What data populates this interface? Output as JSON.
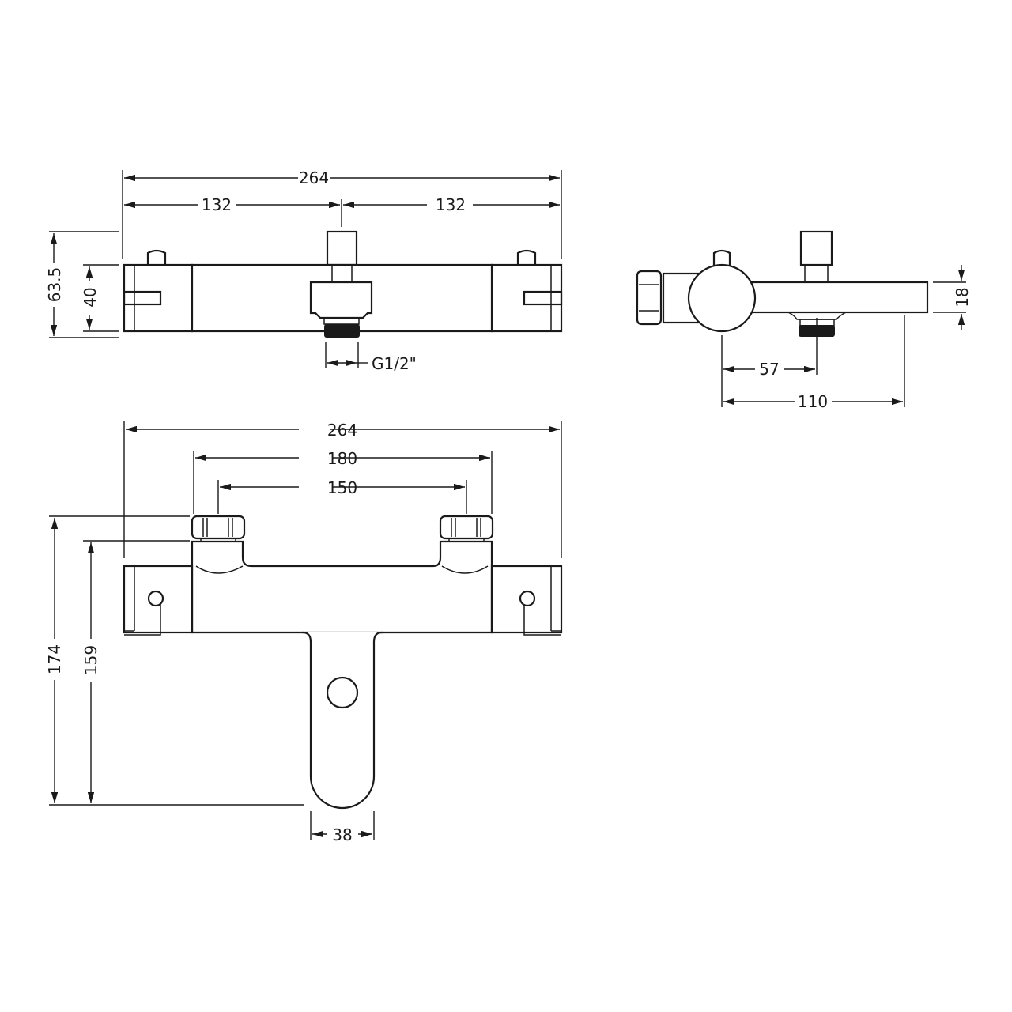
{
  "drawing": {
    "subject": "Thermostatic bath shower mixer valve",
    "line_color": "#1a1a1a",
    "background": "#ffffff",
    "units": "mm"
  },
  "top_view": {
    "dims": {
      "overall_width": "264",
      "left_half": "132",
      "right_half": "132",
      "overall_height": "63.5",
      "body_height": "40",
      "outlet_thread": "G1/2\""
    }
  },
  "side_view": {
    "dims": {
      "spout_thickness": "18",
      "outlet_offset": "57",
      "projection": "110"
    }
  },
  "front_view": {
    "dims": {
      "overall_width": "264",
      "inlet_outer": "180",
      "inlet_centres": "150",
      "overall_height": "174",
      "body_to_spout": "159",
      "spout_width": "38"
    }
  }
}
